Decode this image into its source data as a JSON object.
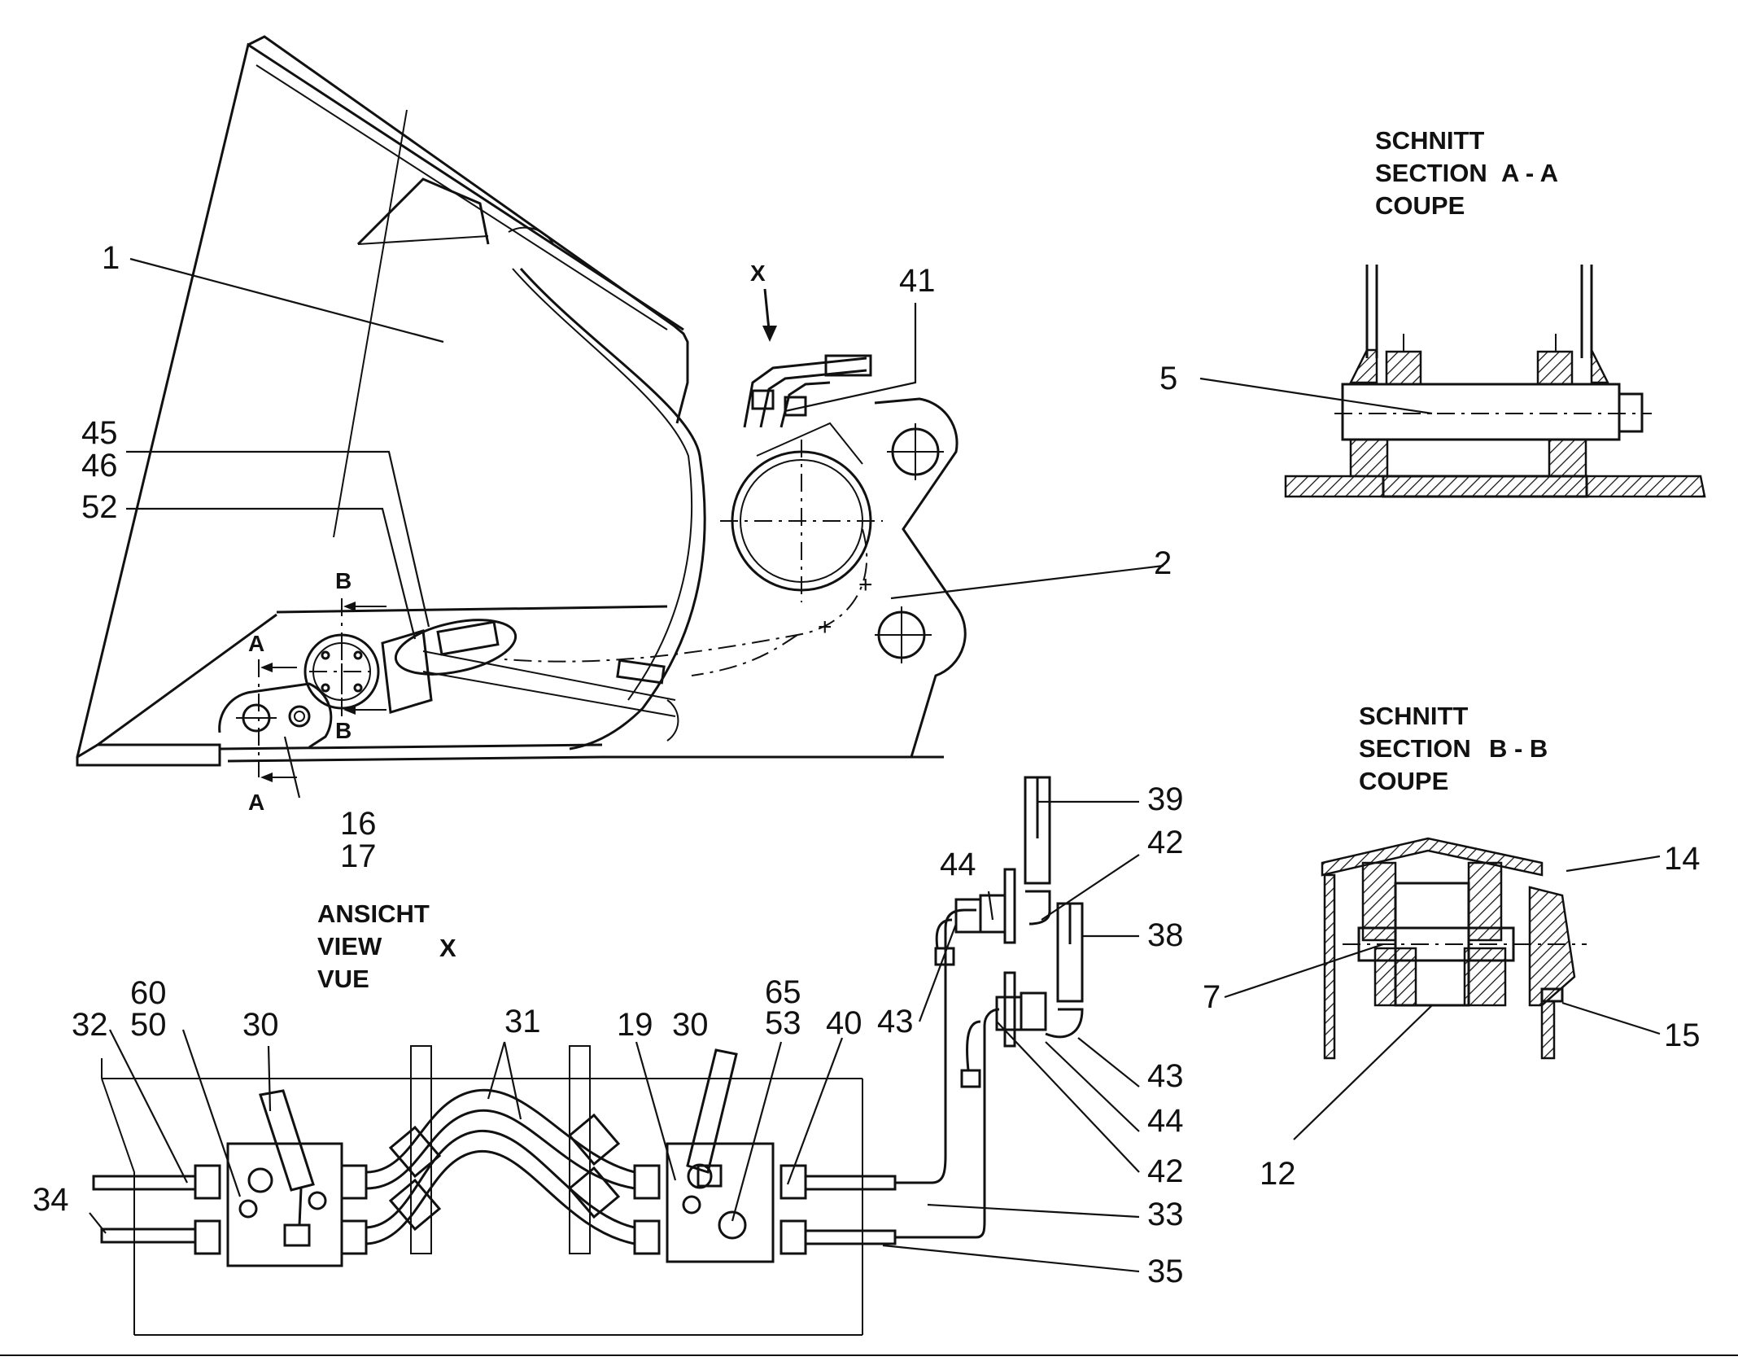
{
  "section_aa": {
    "line1": "SCHNITT",
    "line2": "SECTION",
    "line3": "COUPE",
    "code": "A - A"
  },
  "section_bb": {
    "line1": "SCHNITT",
    "line2": "SECTION",
    "line3": "COUPE",
    "code": "B - B"
  },
  "view_x": {
    "line1": "ANSICHT",
    "line2": "VIEW",
    "line3": "VUE",
    "code": "X"
  },
  "markers": {
    "x": "X",
    "a": "A",
    "b": "B"
  },
  "labels": {
    "p1": "1",
    "p2": "2",
    "p5": "5",
    "p7": "7",
    "p12": "12",
    "p14": "14",
    "p15": "15",
    "p16": "16",
    "p17": "17",
    "p19": "19",
    "p30": "30",
    "p31": "31",
    "p32": "32",
    "p33": "33",
    "p34": "34",
    "p35": "35",
    "p38": "38",
    "p39": "39",
    "p40": "40",
    "p41": "41",
    "p42": "42",
    "p43": "43",
    "p44": "44",
    "p45": "45",
    "p46": "46",
    "p50": "50",
    "p52": "52",
    "p53": "53",
    "p60": "60",
    "p65": "65"
  }
}
